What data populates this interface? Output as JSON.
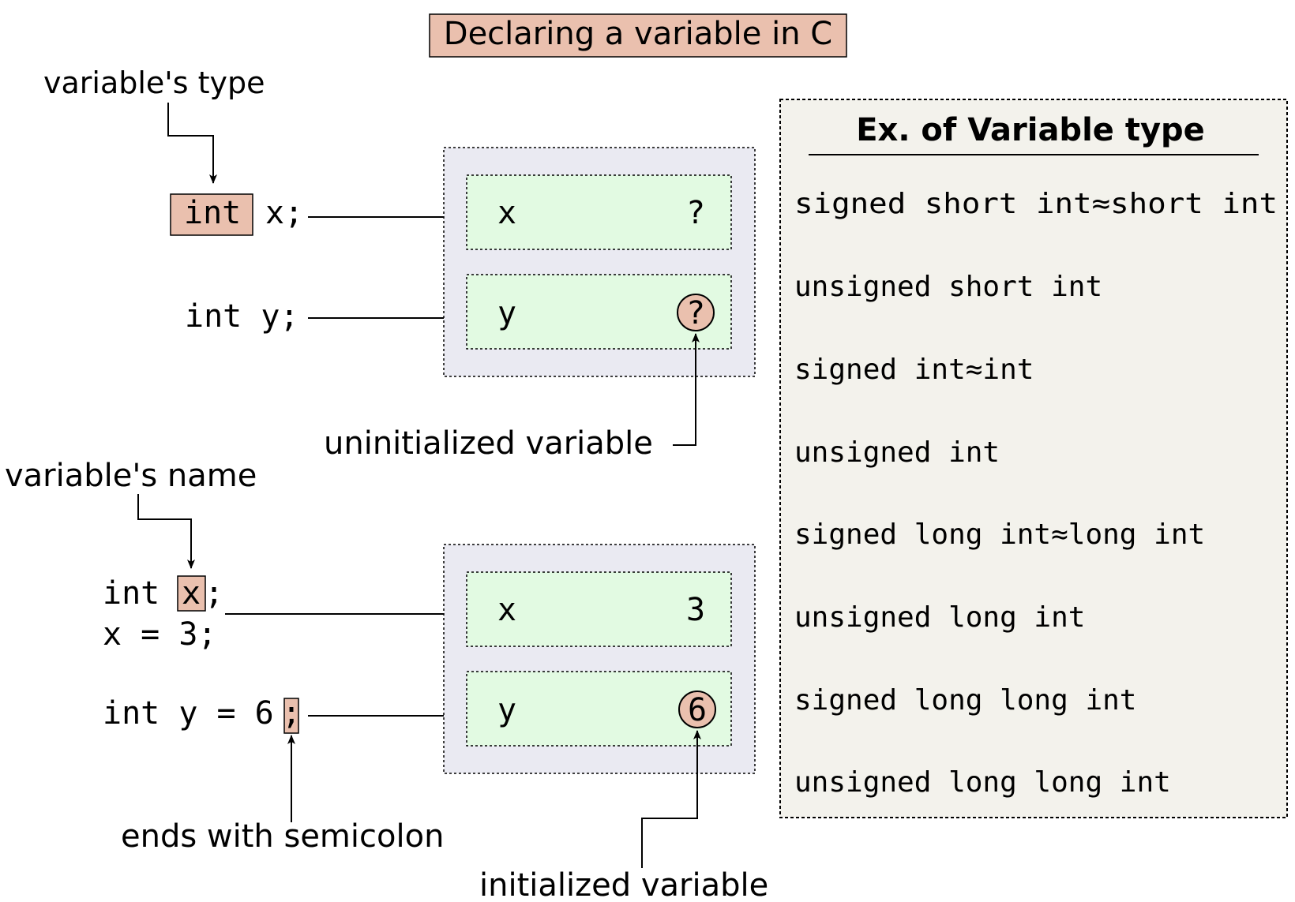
{
  "title": "Declaring a variable in C",
  "annotations": {
    "variable_type": "variable's type",
    "uninitialized": "uninitialized variable",
    "variable_name": "variable's name",
    "semicolon": "ends with semicolon",
    "initialized": "initialized variable"
  },
  "code_top": {
    "line1_type": "int",
    "line1_rest": "x;",
    "line2": "int y;"
  },
  "code_bottom": {
    "line1_type": "int",
    "line1_name": "x",
    "line1_semicolon": ";",
    "line2": "x = 3;",
    "line3_main": "int y = 6",
    "line3_semicolon": ";"
  },
  "memory_top": [
    {
      "name": "x",
      "value": "?"
    },
    {
      "name": "y",
      "value": "?"
    }
  ],
  "memory_bottom": [
    {
      "name": "x",
      "value": "3"
    },
    {
      "name": "y",
      "value": "6"
    }
  ],
  "types_panel": {
    "heading": "Ex. of Variable type",
    "items": [
      "signed short int≈short int",
      "unsigned short int",
      "signed int≈int",
      "unsigned int",
      "signed long int≈long int",
      "unsigned long int",
      "signed long long int",
      "unsigned long long int"
    ]
  },
  "colors": {
    "highlight": "#eac0ae",
    "memory_outer": "#eaeaf2",
    "memory_cell": "#e2fae2",
    "panel_bg": "#f3f2ec"
  }
}
